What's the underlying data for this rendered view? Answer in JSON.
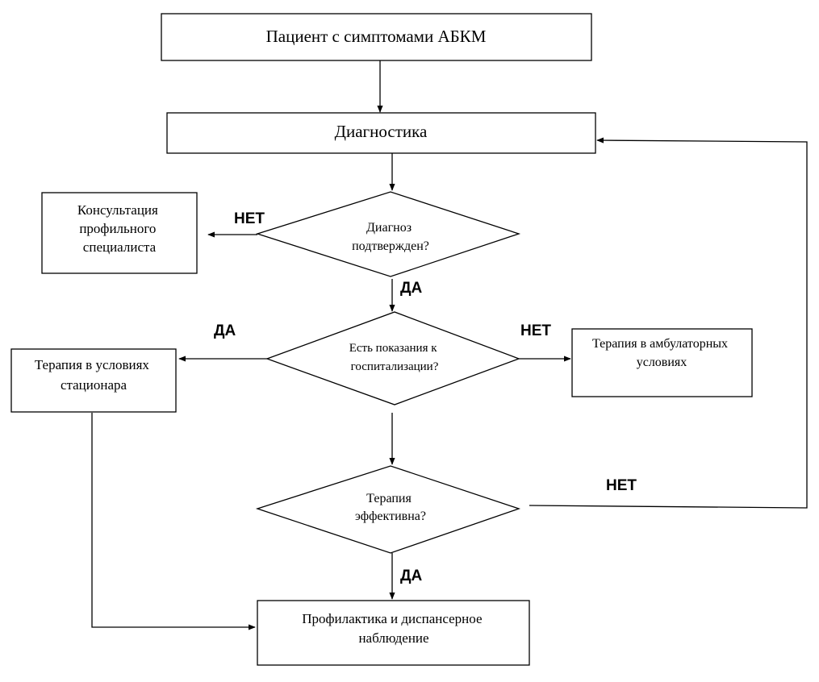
{
  "nodes": {
    "patient": "Пациент с симптомами АБКМ",
    "diagnostics": "Диагностика",
    "consultation": [
      "Консультация",
      "профильного",
      "специалиста"
    ],
    "diagnosis_confirmed": [
      "Диагноз",
      "подтвержден?"
    ],
    "hospitalization_indications": [
      "Есть показания к",
      "госпитализации?"
    ],
    "inpatient_therapy": [
      "Терапия в условиях",
      "стационара"
    ],
    "outpatient_therapy": [
      "Терапия в амбулаторных",
      "условиях"
    ],
    "therapy_effective": [
      "Терапия",
      "эффективна?"
    ],
    "prevention": [
      "Профилактика и диспансерное",
      "наблюдение"
    ]
  },
  "edge_labels": {
    "diagnosis_no": "НЕТ",
    "diagnosis_yes": "ДА",
    "hospitalization_yes": "ДА",
    "hospitalization_no": "НЕТ",
    "effective_no": "НЕТ",
    "effective_yes": "ДА"
  }
}
